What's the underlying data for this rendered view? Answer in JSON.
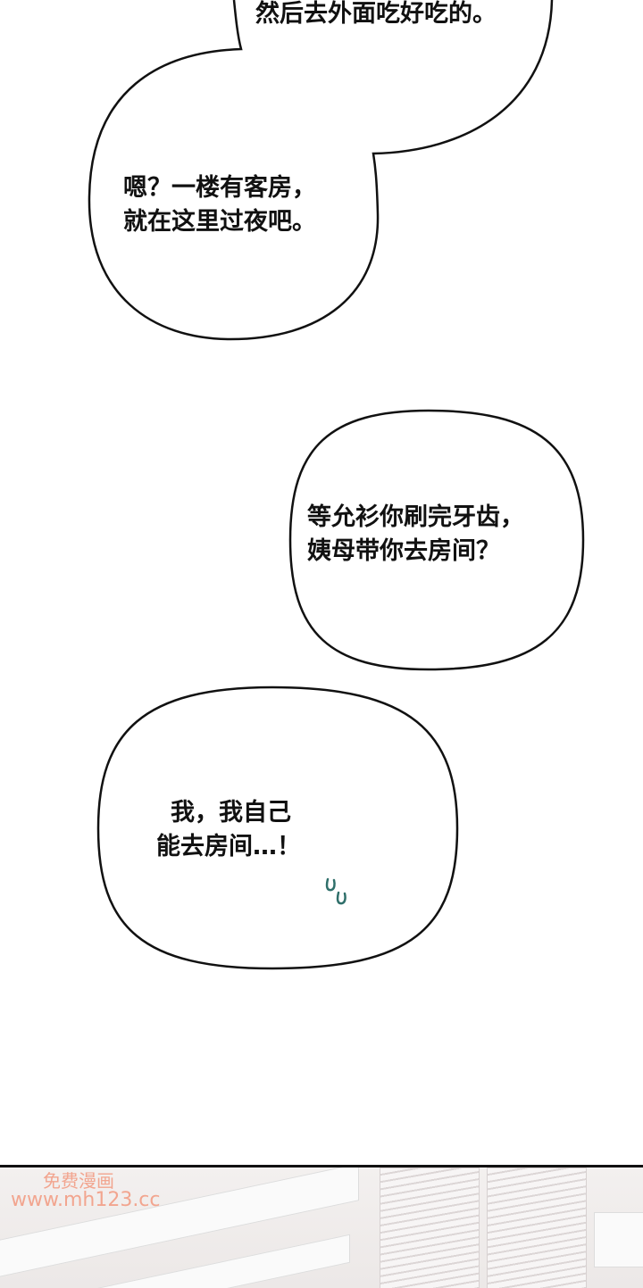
{
  "bubbles": [
    {
      "lines": [
        "然后去外面吃好吃的。"
      ]
    },
    {
      "lines": [
        "嗯？一楼有客房，",
        "就在这里过夜吧。"
      ]
    },
    {
      "lines": [
        "等允衫你刷完牙齿，",
        "姨母带你去房间？"
      ]
    },
    {
      "lines": [
        "我，我自己",
        "能去房间…！"
      ]
    }
  ],
  "watermark": {
    "line1": "免费漫画",
    "line2": "www.mh123.cc"
  },
  "colors": {
    "watermark": "#f2a58f",
    "sweat": "#2f6f6a"
  }
}
